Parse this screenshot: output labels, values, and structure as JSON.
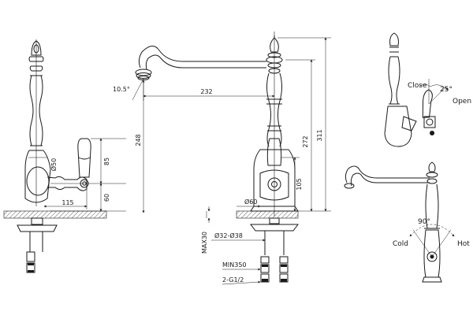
{
  "dimensions": {
    "d232": "232",
    "d248": "248",
    "d272": "272",
    "d311": "311",
    "d105": "105",
    "d85": "85",
    "d60": "60",
    "d115": "115",
    "dia50": "Ø50",
    "dia60": "Ø60",
    "dia32_38": "Ø32-Ø38",
    "angle": "10.5°",
    "max30": "MAX30",
    "min350": "MIN350",
    "thread": "2-G1/2"
  },
  "lever_detail": {
    "close": "Close",
    "open": "Open",
    "angle": "25°"
  },
  "rotation_detail": {
    "angle": "90°",
    "cold": "Cold",
    "hot": "Hot"
  }
}
